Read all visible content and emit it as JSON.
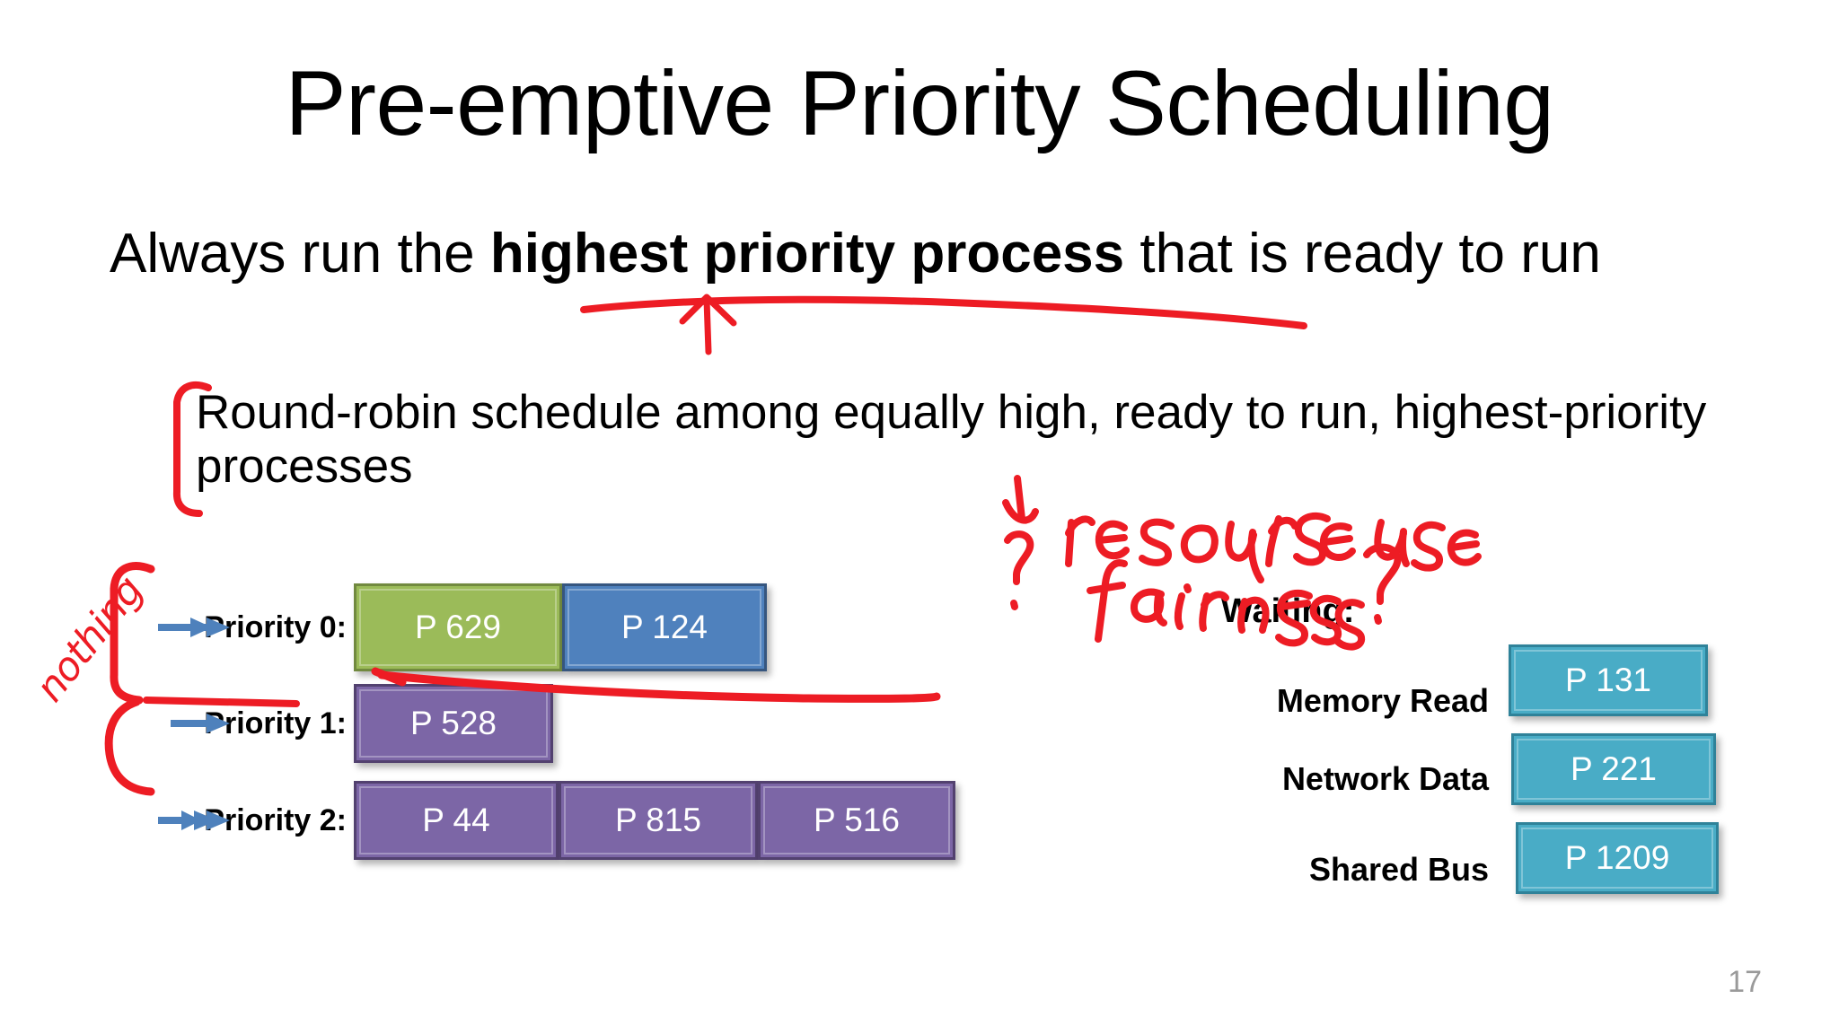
{
  "slide": {
    "title": "Pre-emptive Priority Scheduling",
    "page_number": "17",
    "bullets": {
      "level1_prefix": "Always run the ",
      "level1_bold": "highest priority process",
      "level1_suffix": " that is ready to run",
      "level2": "Round-robin schedule among equally high, ready to run, highest-priority processes"
    }
  },
  "diagram": {
    "ready_queues": [
      {
        "label": "Priority 0:",
        "processes": [
          {
            "name": "P 629",
            "color": "#9BBB59"
          },
          {
            "name": "P 124",
            "color": "#4F81BD"
          }
        ]
      },
      {
        "label": "Priority 1:",
        "processes": [
          {
            "name": "P 528",
            "color": "#7C66A6"
          }
        ]
      },
      {
        "label": "Priority 2:",
        "processes": [
          {
            "name": "P 44",
            "color": "#7C66A6"
          },
          {
            "name": "P 815",
            "color": "#7C66A6"
          },
          {
            "name": "P 516",
            "color": "#7C66A6"
          }
        ]
      }
    ],
    "waiting": {
      "title": "Waiting:",
      "rows": [
        {
          "resource": "Memory Read",
          "process": "P 131",
          "color": "#49ACC6"
        },
        {
          "resource": "Network Data",
          "process": "P 221",
          "color": "#49ACC6"
        },
        {
          "resource": "Shared Bus",
          "process": "P 1209",
          "color": "#49ACC6"
        }
      ]
    }
  },
  "annotations": {
    "ink_color": "#ED1C24",
    "handwritten": [
      {
        "id": "resource-use",
        "text": "resourse use"
      },
      {
        "id": "fairness",
        "text": "fairness"
      },
      {
        "id": "question-left",
        "text": "?"
      },
      {
        "id": "question-right",
        "text": "?"
      },
      {
        "id": "nothing",
        "text": "nothing"
      }
    ]
  }
}
